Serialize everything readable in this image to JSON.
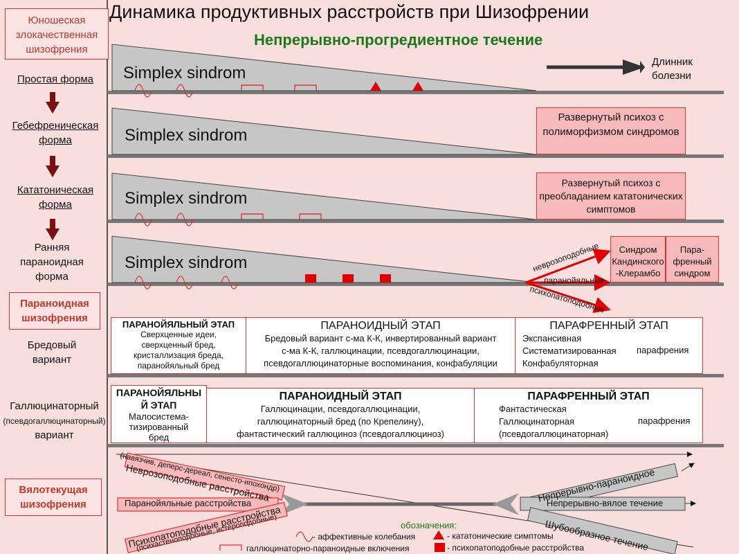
{
  "title": "Динамика продуктивных расстройств при Шизофрении",
  "subtitle": "Непрерывно-прогредиентное течение",
  "sections": {
    "juvenile": "Юношеская злокачественная шизофрения",
    "paranoid": "Параноидная шизофрения",
    "sluggish": "Вялотекущая шизофрения"
  },
  "forms": {
    "simple": "Простая форма",
    "hebephrenic": "Гебефреническая форма",
    "catatonic": "Кататоническая форма",
    "early_paranoid": "Ранняя параноидная форма",
    "delusional": "Бредовый вариант",
    "halluc_1": "Галлюцинаторный",
    "halluc_2": "(псевдогаллюцинаторный)",
    "halluc_3": "вариант"
  },
  "simplex_label": "Simplex sindrom",
  "duration": {
    "line1": "Длинник",
    "line2": "болезни"
  },
  "hebephrenic_box": "Развернутый психоз с полиморфизмом синдромов",
  "catatonic_box": "Развернутый психоз с преобладанием кататонических симптомов",
  "kandinsky_box": "Синдром Кандинского -Клерамбо",
  "paraphrenic_syndrome_box": "Пара- френный синдром",
  "early_arrows": {
    "a1": "неврозоподобные",
    "a2": "паранойяльные",
    "a3": "психопатоподобные"
  },
  "delusional_row": {
    "paranoial_title": "ПАРАНОЙЯЛЬНЫЙ ЭТАП",
    "paranoial_text": [
      "Сверхценные идеи,",
      "сверхценный бред,",
      "кристаллизация бреда,",
      "паранойяльный бред"
    ],
    "paranoid_title": "ПАРАНОИДНЫЙ ЭТАП",
    "paranoid_text": [
      "Бредовый вариант с-ма К-К, инвертированный вариант",
      "с-ма К-К, галлюцинации, псевдогаллюцинации,",
      "псевдогаллюцинаторные воспоминания, конфабуляции"
    ],
    "paraphrenic_title": "ПАРАФРЕННЫЙ ЭТАП",
    "paraphrenic_text": [
      "Экспансивная",
      "Систематизированная",
      "Конфабуляторная"
    ],
    "paraphrenia": "парафрения"
  },
  "halluc_row": {
    "paranoial_title_1": "ПАРАНОЙЯЛЬНЫ",
    "paranoial_title_2": "Й ЭТАП",
    "paranoial_text": [
      "Малосистема-",
      "тизированный",
      "бред"
    ],
    "paranoid_title": "ПАРАНОИДНЫЙ ЭТАП",
    "paranoid_text": [
      "Галлюцинации, псевдогаллюцинации,",
      "галлюцинаторный бред (по Крепелину),",
      "фантастический галлюциноз (псевдогаллюциноз)"
    ],
    "paraphrenic_title": "ПАРАФРЕННЫЙ ЭТАП",
    "paraphrenic_text": [
      "Фантастическая",
      "Галлюцинаторная",
      "(псевдогаллюцинаторная)"
    ],
    "paraphrenia": "парафрения"
  },
  "sluggish": {
    "note_top": "(навязчив, деперс-дереал, сенесто-ипохондр)",
    "neurosis": "Неврозоподобные расстройства",
    "paranoial": "Паранойяльные расстройства",
    "psychopathic": "Психопатоподобные расстройства",
    "note_bottom": "(психастеноподобные, истероподобные)",
    "out1": "Непрерывно-параноидное",
    "out2": "Непрерывно-вялое течение",
    "out3": "Шубообразное течение"
  },
  "legend": {
    "title": "обозначения:",
    "affective": "- аффективные колебания",
    "catatonic": "- кататонические симптомы",
    "halluc": "галлюцинаторно-параноидные включения",
    "psychopathic": "- психопатоподобные расстройства"
  },
  "colors": {
    "gray": "#c6c6c6",
    "red": "#e00000",
    "pink": "#f7b9b9",
    "green": "#1a7a1a",
    "section_red": "#c0392b"
  }
}
